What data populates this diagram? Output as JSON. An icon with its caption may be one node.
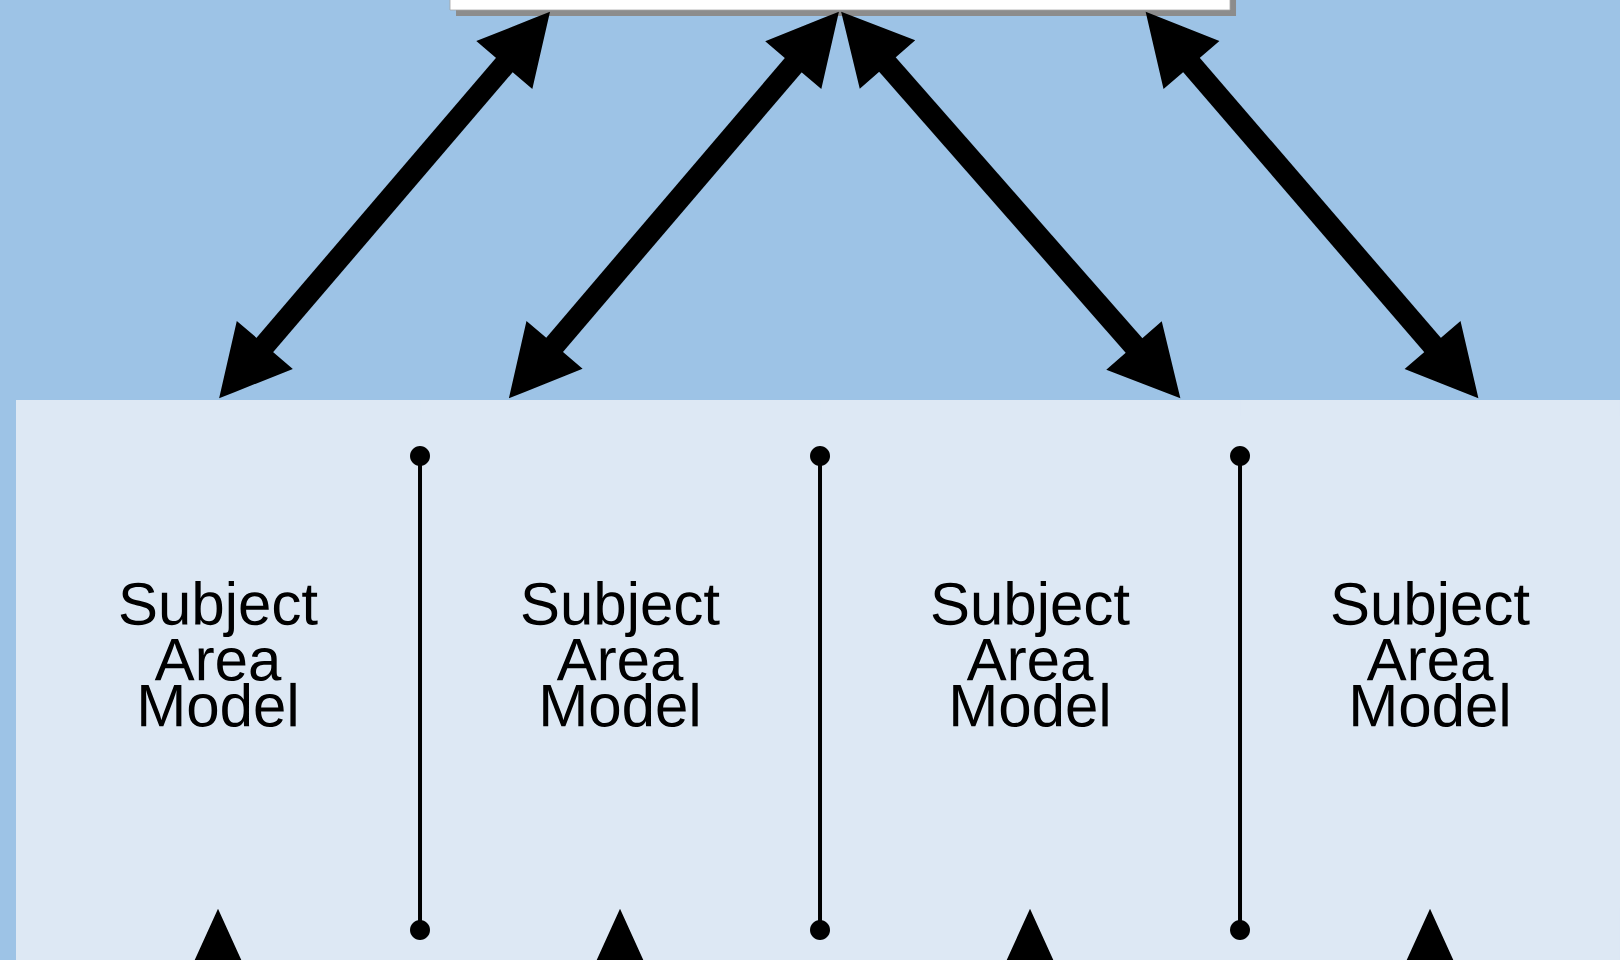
{
  "diagram": {
    "nodes": [
      {
        "text": [],
        "shape": "box"
      },
      {
        "text": [
          "Subject Area Model"
        ]
      },
      {
        "text": [
          "Subject Area Model"
        ]
      },
      {
        "text": [
          "Subject Area Model"
        ]
      },
      {
        "text": [
          "Subject Area Model"
        ]
      }
    ],
    "edges": [
      {
        "from": 0,
        "to": 1,
        "arrow": "both"
      },
      {
        "from": 0,
        "to": 2,
        "arrow": "both"
      },
      {
        "from": 0,
        "to": 3,
        "arrow": "both"
      },
      {
        "from": 0,
        "to": 4,
        "arrow": "both"
      },
      {
        "from": null,
        "to": 1,
        "arrow": "to"
      },
      {
        "from": null,
        "to": 2,
        "arrow": "to"
      },
      {
        "from": null,
        "to": 3,
        "arrow": "to"
      },
      {
        "from": null,
        "to": 4,
        "arrow": "to"
      }
    ]
  }
}
